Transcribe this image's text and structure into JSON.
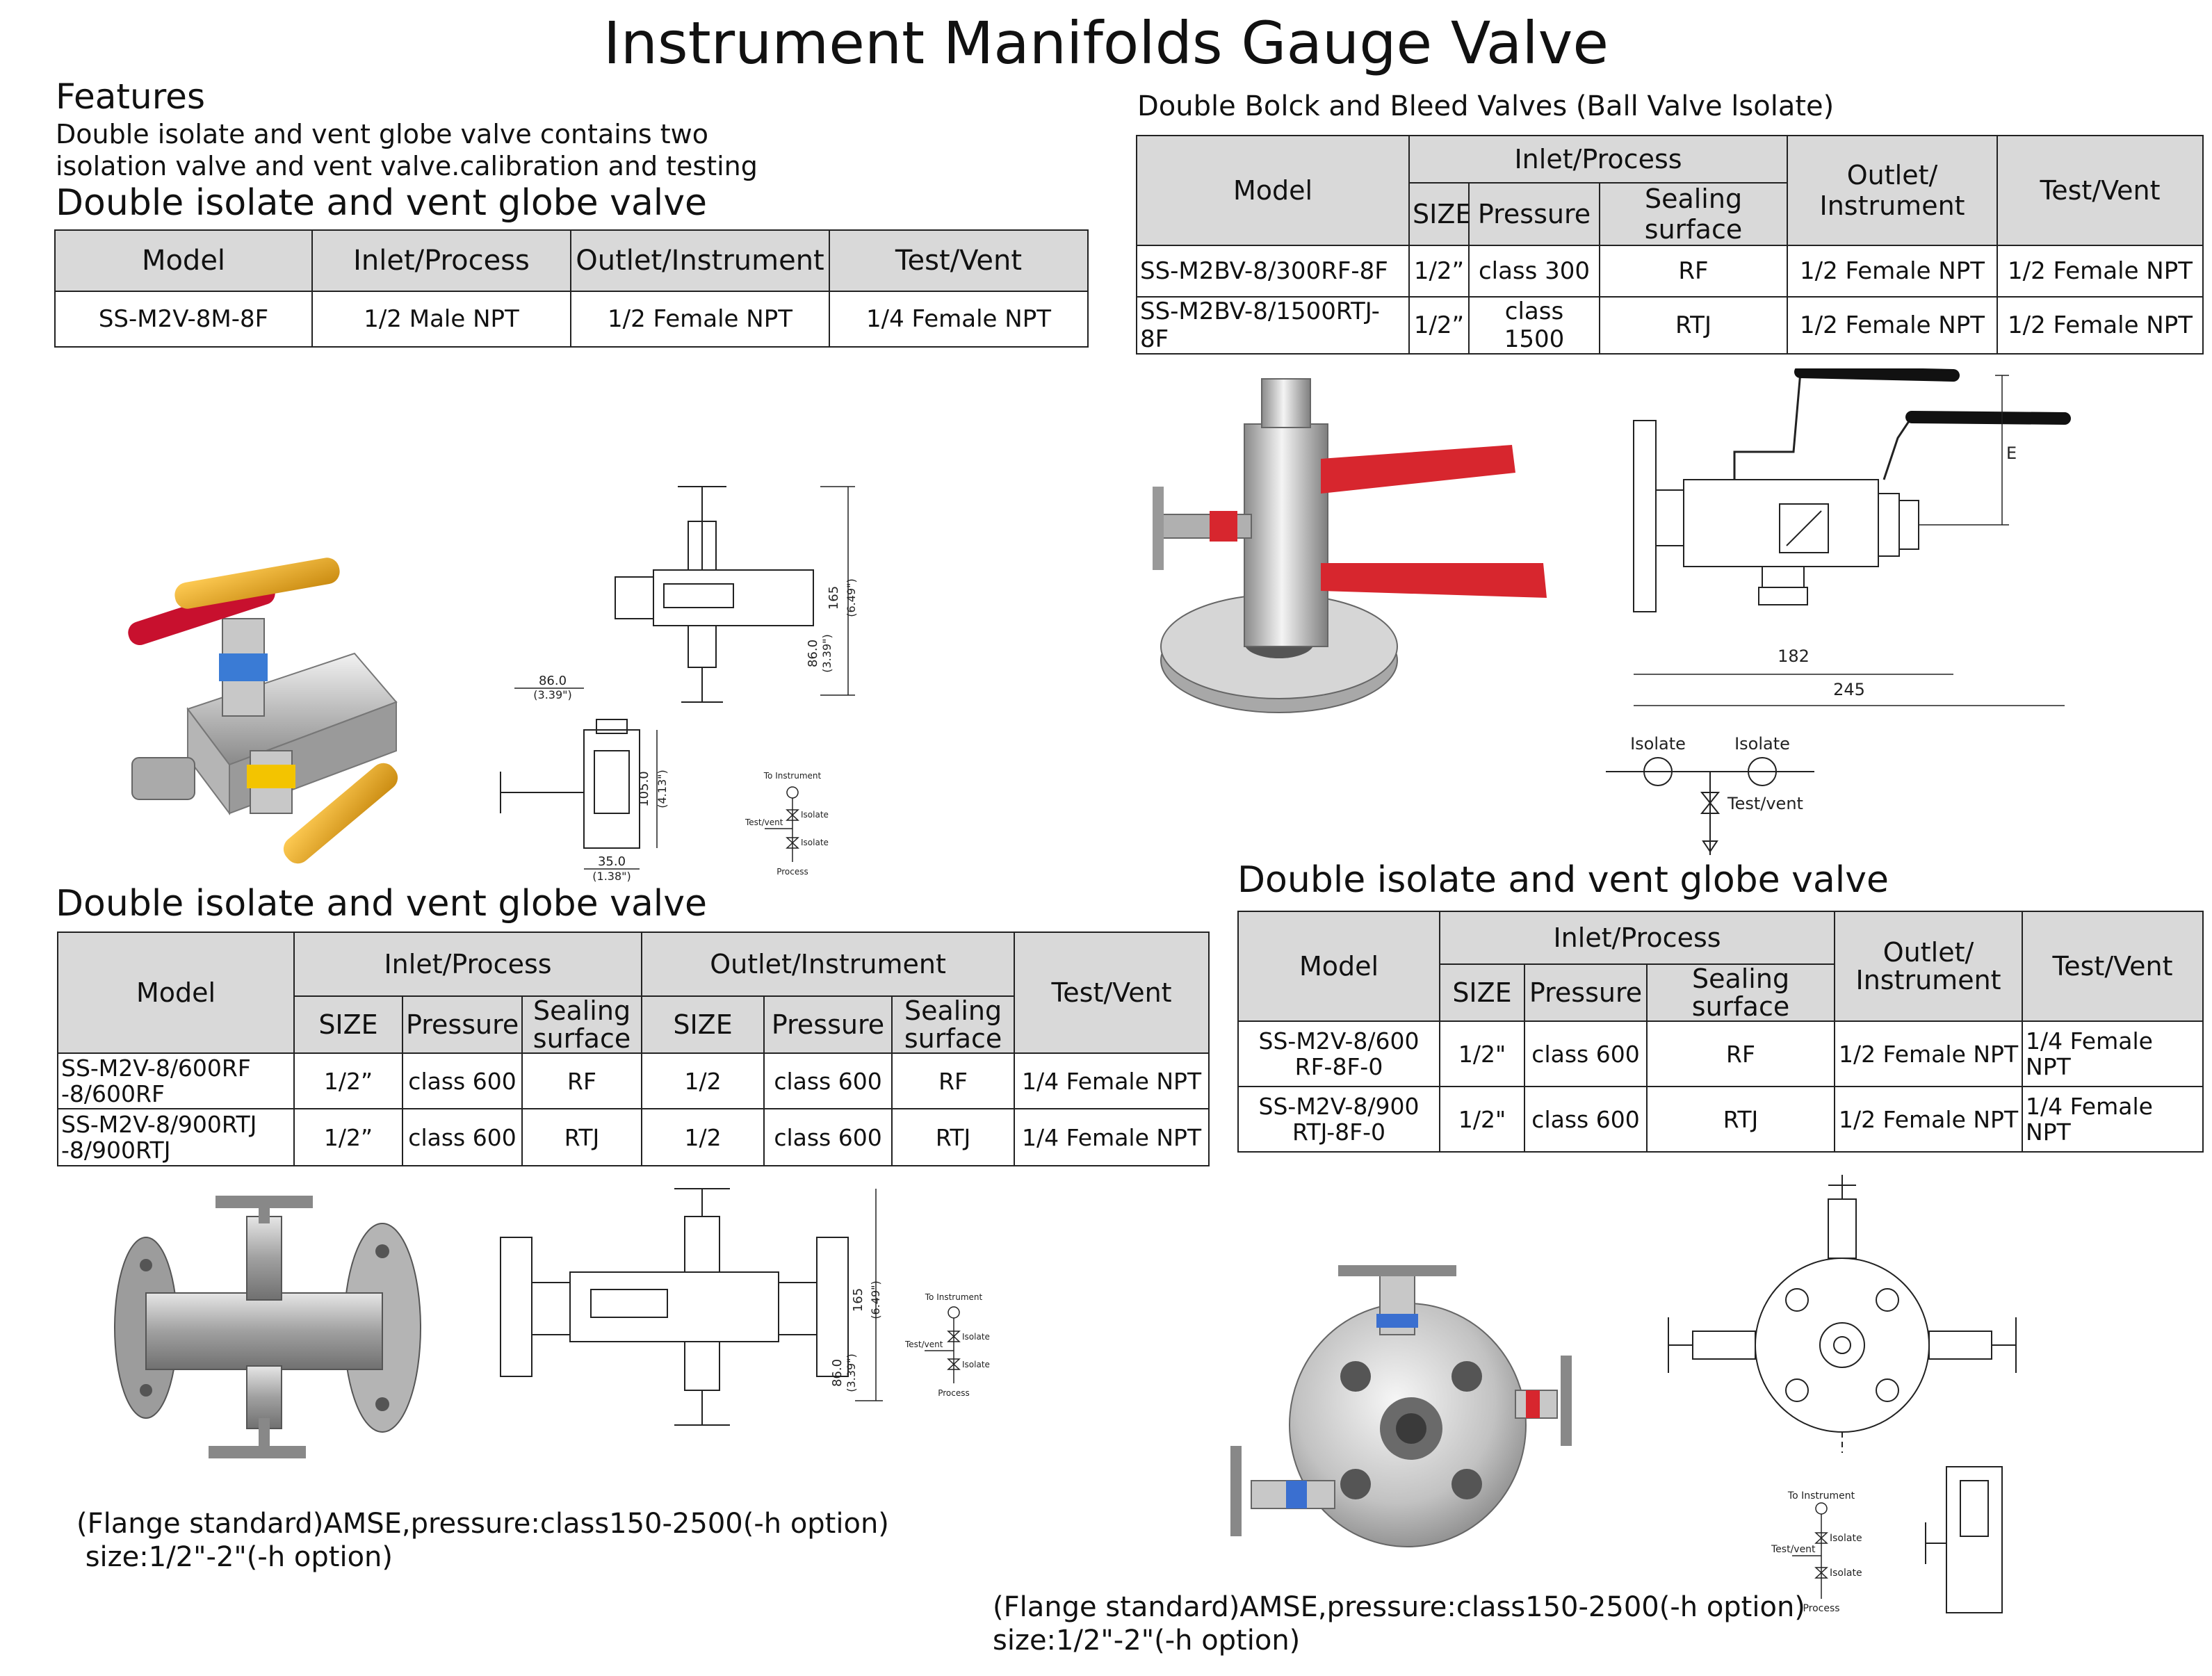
{
  "page": {
    "title": "Instrument Manifolds Gauge Valve",
    "features_heading": "Features",
    "features_line1": "Double isolate and vent globe valve contains two",
    "features_line2": "isolation valve and vent valve.calibration and testing"
  },
  "section1": {
    "heading": "Double isolate and vent globe valve",
    "headers": [
      "Model",
      "Inlet/Process",
      "Outlet/Instrument",
      "Test/Vent"
    ],
    "row": [
      "SS-M2V-8M-8F",
      "1/2 Male NPT",
      "1/2 Female NPT",
      "1/4 Female NPT"
    ]
  },
  "section2": {
    "heading": "Double Bolck and Bleed Valves (Ball Valve lsolate)",
    "headers": {
      "model": "Model",
      "inlet": "Inlet/Process",
      "size": "SIZE",
      "pressure": "Pressure",
      "sealing": "Sealing surface",
      "outlet_line1": "Outlet/",
      "outlet_line2": "Instrument",
      "test": "Test/Vent"
    },
    "rows": [
      [
        "SS-M2BV-8/300RF-8F",
        "1/2”",
        "class 300",
        "RF",
        "1/2 Female NPT",
        "1/2 Female NPT"
      ],
      [
        "SS-M2BV-8/1500RTJ-8F",
        "1/2”",
        "class 1500",
        "RTJ",
        "1/2 Female NPT",
        "1/2 Female NPT"
      ]
    ],
    "drawing": {
      "dim_e": "E",
      "dim_182": "182",
      "dim_245": "245",
      "isolate_left": "Isolate",
      "isolate_right": "Isolate",
      "test_vent": "Test/vent"
    }
  },
  "drawing1": {
    "dim_86_top": "86.0",
    "dim_339_top": "(3.39\")",
    "dim_165": "165",
    "dim_649": "(6.49\")",
    "dim_86_side": "86.0",
    "dim_339_side": "(3.39\")",
    "dim_105": "105.0",
    "dim_413": "(4.13\")",
    "dim_35": "35.0",
    "dim_138": "(1.38\")",
    "sch_to_instrument": "To Instrument",
    "sch_isolate1": "Isolate",
    "sch_test_vent": "Test/vent",
    "sch_isolate2": "Isolate",
    "sch_process": "Process"
  },
  "section3": {
    "heading": "Double isolate and vent globe valve",
    "headers": {
      "model": "Model",
      "inlet": "Inlet/Process",
      "outlet": "Outlet/Instrument",
      "test": "Test/Vent",
      "size": "SIZE",
      "pressure": "Pressure",
      "sealing_line1": "Sealing",
      "sealing_line2": "surface"
    },
    "rows": [
      {
        "model_line1": "SS-M2V-8/600RF",
        "model_line2": "-8/600RF",
        "in_size": "1/2”",
        "in_pressure": "class 600",
        "in_seal": "RF",
        "out_size": "1/2",
        "out_pressure": "class 600",
        "out_seal": "RF",
        "test": "1/4 Female NPT"
      },
      {
        "model_line1": "SS-M2V-8/900RTJ",
        "model_line2": "-8/900RTJ",
        "in_size": "1/2”",
        "in_pressure": "class 600",
        "in_seal": "RTJ",
        "out_size": "1/2",
        "out_pressure": "class 600",
        "out_seal": "RTJ",
        "test": "1/4 Female NPT"
      }
    ],
    "note_line1": "(Flange standard)AMSE,pressure:class150-2500(-h option)",
    "note_line2": " size:1/2\"-2\"(-h option)",
    "drawing": {
      "dim_165": "165",
      "dim_649": "(6.49\")",
      "dim_86": "86.0",
      "dim_339": "(3.39\")",
      "sch_to_instrument": "To Instrument",
      "sch_isolate1": "Isolate",
      "sch_test_vent": "Test/vent",
      "sch_isolate2": "Isolate",
      "sch_process": "Process"
    }
  },
  "section4": {
    "heading": "Double isolate and vent globe valve",
    "headers": {
      "model": "Model",
      "inlet": "Inlet/Process",
      "size": "SIZE",
      "pressure": "Pressure",
      "sealing": "Sealing surface",
      "outlet_line1": "Outlet/",
      "outlet_line2": "Instrument",
      "test": "Test/Vent"
    },
    "rows": [
      {
        "model_line1": "SS-M2V-8/600",
        "model_line2": "RF-8F-0",
        "size": "1/2\"",
        "pressure": "class 600",
        "seal": "RF",
        "outlet": "1/2 Female NPT",
        "test_line1": "1/4 Female",
        "test_line2": "NPT"
      },
      {
        "model_line1": "SS-M2V-8/900",
        "model_line2": "RTJ-8F-0",
        "size": "1/2\"",
        "pressure": "class 600",
        "seal": "RTJ",
        "outlet": "1/2 Female NPT",
        "test_line1": "1/4 Female",
        "test_line2": "NPT"
      }
    ],
    "note_line1": "(Flange standard)AMSE,pressure:class150-2500(-h option)",
    "note_line2": "size:1/2\"-2\"(-h option)",
    "drawing": {
      "sch_to_instrument": "To Instrument",
      "sch_isolate1": "Isolate",
      "sch_test_vent": "Test/vent",
      "sch_isolate2": "Isolate",
      "sch_process": "Process"
    }
  }
}
